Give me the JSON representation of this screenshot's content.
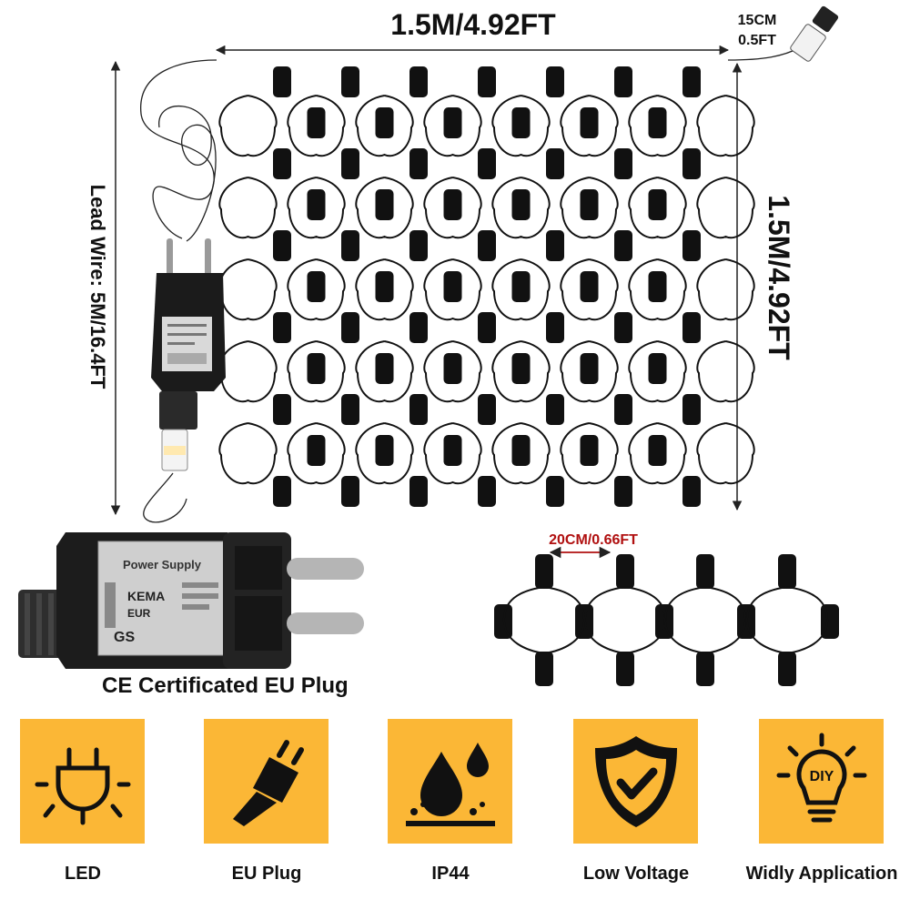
{
  "dimensions": {
    "width_label": "1.5M/4.92FT",
    "height_label": "1.5M/4.92FT",
    "lead_wire_label": "Lead Wire: 5M/16.4FT",
    "tail_label_1": "15CM",
    "tail_label_2": "0.5FT",
    "spacing_label": "20CM/0.66FT"
  },
  "caption": "CE Certificated EU Plug",
  "adapter_text": {
    "line_1": "Power Supply",
    "line_2": "KEMA",
    "line_3": "EUR",
    "line_4": "GS"
  },
  "features": [
    {
      "label": "LED",
      "icon": "bulb-socket-icon"
    },
    {
      "label": "EU Plug",
      "icon": "plug-icon"
    },
    {
      "label": "IP44",
      "icon": "water-drops-icon"
    },
    {
      "label": "Low Voltage",
      "icon": "shield-check-icon"
    },
    {
      "label": "Widly Application",
      "icon": "diy-bulb-icon"
    }
  ],
  "colors": {
    "accent": "#fbb736",
    "ink": "#111111",
    "spacing_label": "#b01010"
  }
}
